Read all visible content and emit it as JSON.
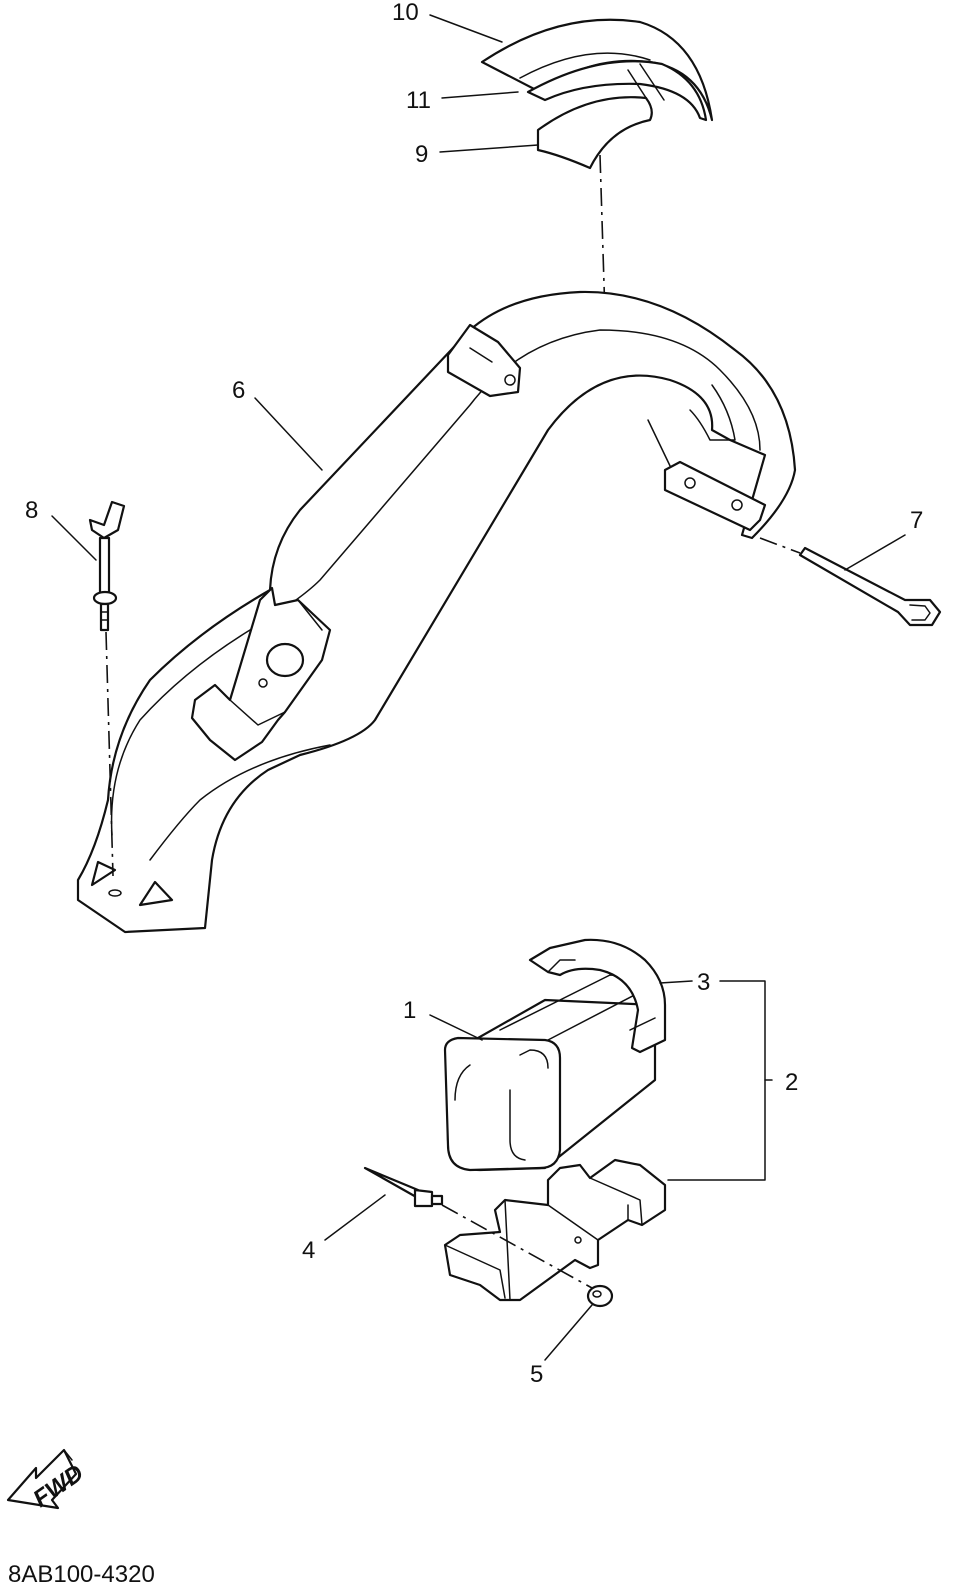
{
  "diagram": {
    "code": "8AB100-4320",
    "direction_label": "FWD",
    "callouts": [
      "1",
      "2",
      "3",
      "4",
      "5",
      "6",
      "7",
      "8",
      "9",
      "10",
      "11"
    ]
  }
}
